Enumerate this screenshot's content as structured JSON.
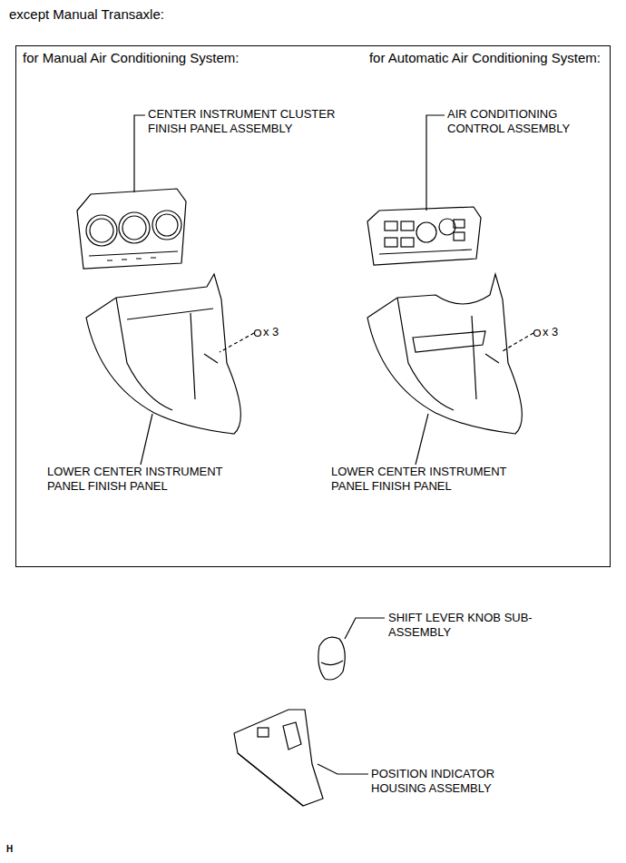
{
  "diagram": {
    "nodes": [
      {
        "text": [
          "for Manual Air Conditioning System:",
          "for Automatic Air Conditioning System:"
        ]
      }
    ],
    "labels": [
      "except Manual Transaxle:",
      "CENTER INSTRUMENT CLUSTER FINISH PANEL ASSEMBLY",
      "AIR CONDITIONING CONTROL ASSEMBLY",
      "x 3",
      "x 3",
      "LOWER CENTER INSTRUMENT PANEL FINISH PANEL",
      "LOWER CENTER INSTRUMENT PANEL FINISH PANEL",
      "SHIFT LEVER KNOB SUB-ASSEMBLY",
      "POSITION INDICATOR HOUSING ASSEMBLY",
      "H"
    ]
  }
}
